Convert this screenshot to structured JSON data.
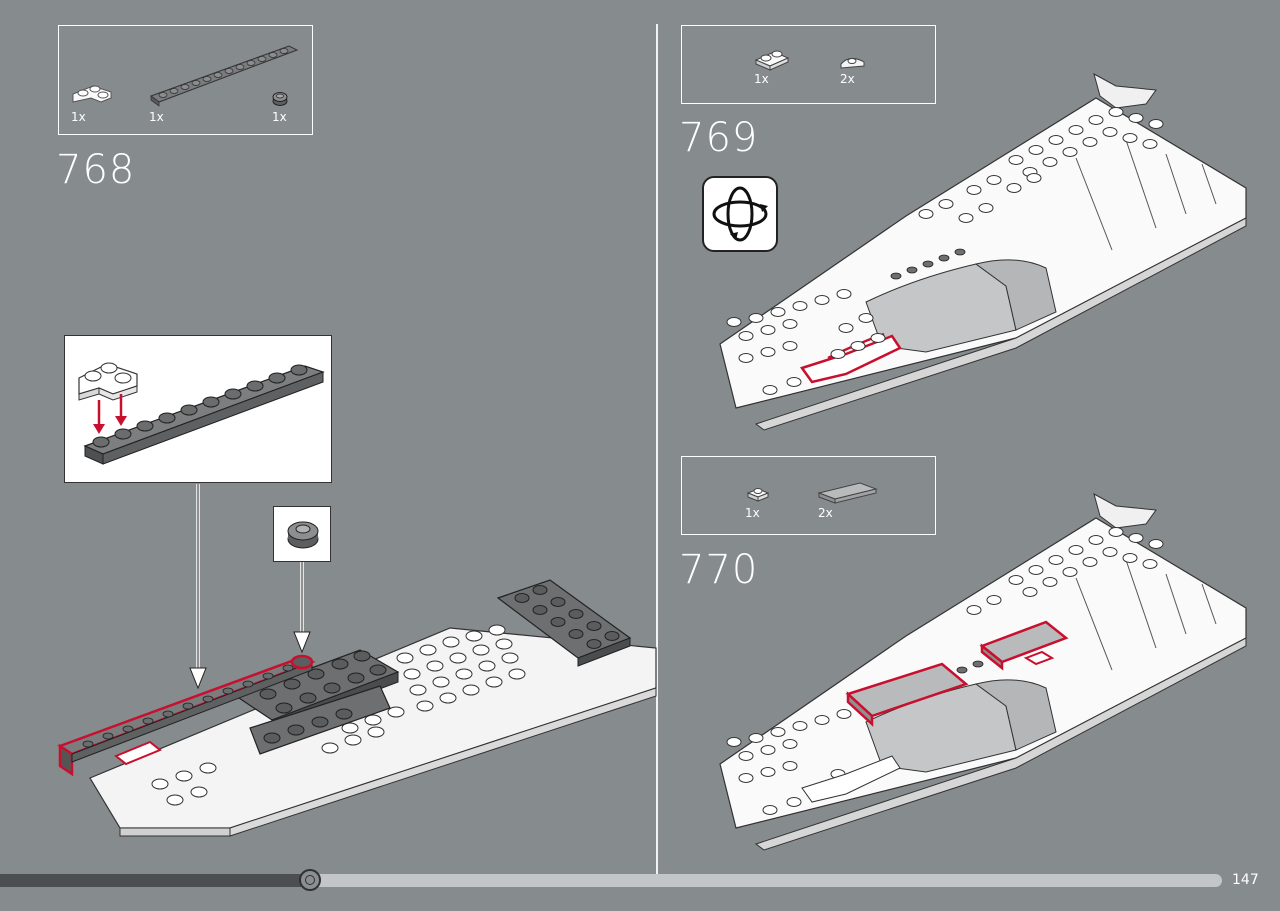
{
  "steps": {
    "s768": {
      "number": "768",
      "parts": [
        "1x",
        "1x",
        "1x"
      ]
    },
    "s769": {
      "number": "769",
      "parts": [
        "1x",
        "2x"
      ]
    },
    "s770": {
      "number": "770",
      "parts": [
        "1x",
        "2x"
      ]
    }
  },
  "page_number": "147",
  "progress": {
    "fraction": 0.254
  },
  "icons": {
    "rotate": "rotate-model-icon"
  },
  "colors": {
    "background": "#868b8e",
    "highlight": "#c8102e",
    "dark_part": "#6d6f70",
    "white_part": "#ffffff"
  }
}
